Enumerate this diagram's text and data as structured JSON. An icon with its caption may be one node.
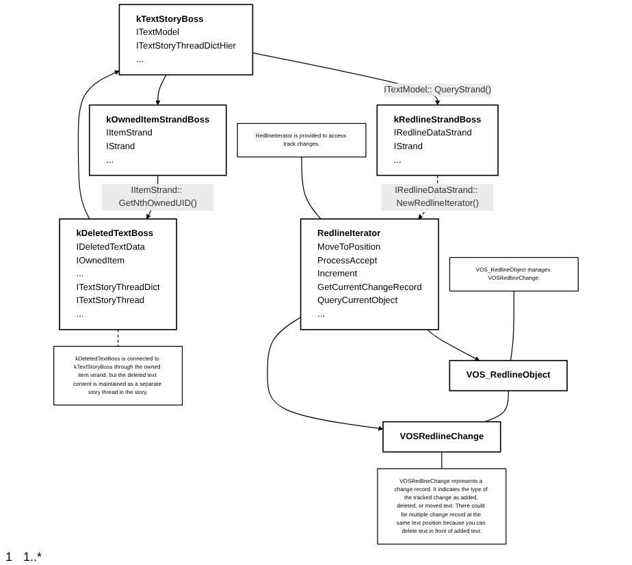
{
  "diagram": {
    "nodes": [
      {
        "text": [
          "kTextStoryBoss",
          "ITextModel",
          "ITextStoryThreadDictHier",
          "..."
        ]
      },
      {
        "text": [
          "kRedlineStrandBoss",
          "IRedlineDataStrand",
          "IStrand",
          "..."
        ]
      },
      {
        "text": [
          "kOwnedItemStrandBoss",
          "IItemStrand",
          "IStrand",
          "..."
        ]
      },
      {
        "text": [
          "RedlineIterator is provided to access track changes."
        ]
      },
      {
        "text": [
          "RedlineIterator",
          "MoveToPosition",
          "ProcessAccept",
          "Increment",
          "GetCurrentChangeRecord",
          "QueryCurrentObject",
          "..."
        ]
      },
      {
        "text": [
          "kDeletedTextBoss",
          "IDeletedTextData",
          "IOwnedItem",
          "...",
          "ITextStoryThreadDict",
          "ITextStoryThread",
          "..."
        ]
      },
      {
        "text": [
          "VOS_RedlineObject manages VOSRedlineChange."
        ]
      },
      {
        "text": [
          "VOS_RedlineObject"
        ]
      },
      {
        "text": [
          "VOSRedlineChange"
        ]
      },
      {
        "text": [
          "kDeletedTextBoss is connected to kTextStoryBoss through the owned item strand, but the deleted text content is maintained as a separate story thread in the story."
        ]
      },
      {
        "text": [
          "VOSRedlineChange represents a change record. It indicates the type of the tracked change as added, deleted, or moved text. There could be multiple change record at the same text position because you can delete text in front of added text."
        ]
      }
    ],
    "edges": [
      {
        "from": 0,
        "to": 1,
        "arrow": "to",
        "label": "ITextModel:: QueryStrand()"
      },
      {
        "from": 0,
        "to": 2,
        "arrow": "to"
      },
      {
        "from": 2,
        "to": 5,
        "arrow": "to",
        "label": "IItemStrand:: GetNthOwnedUID()"
      },
      {
        "from": 5,
        "to": 0,
        "arrow": "to"
      },
      {
        "from": 1,
        "to": 4,
        "arrow": "to",
        "style": "dashed",
        "label": "IRedlineDataStrand:: NewRedlineIterator()"
      },
      {
        "from": 3,
        "to": 4,
        "arrow": "none"
      },
      {
        "from": 4,
        "to": 7,
        "arrow": "to"
      },
      {
        "from": 4,
        "to": 8,
        "arrow": "to"
      },
      {
        "from": 6,
        "to": 7,
        "arrow": "none"
      },
      {
        "from": 7,
        "to": 8,
        "arrow": "none"
      },
      {
        "from": 8,
        "to": 10,
        "arrow": "none"
      },
      {
        "from": 5,
        "to": 9,
        "arrow": "none",
        "style": "dashed"
      }
    ],
    "labels": [
      "1",
      "1..*"
    ]
  }
}
